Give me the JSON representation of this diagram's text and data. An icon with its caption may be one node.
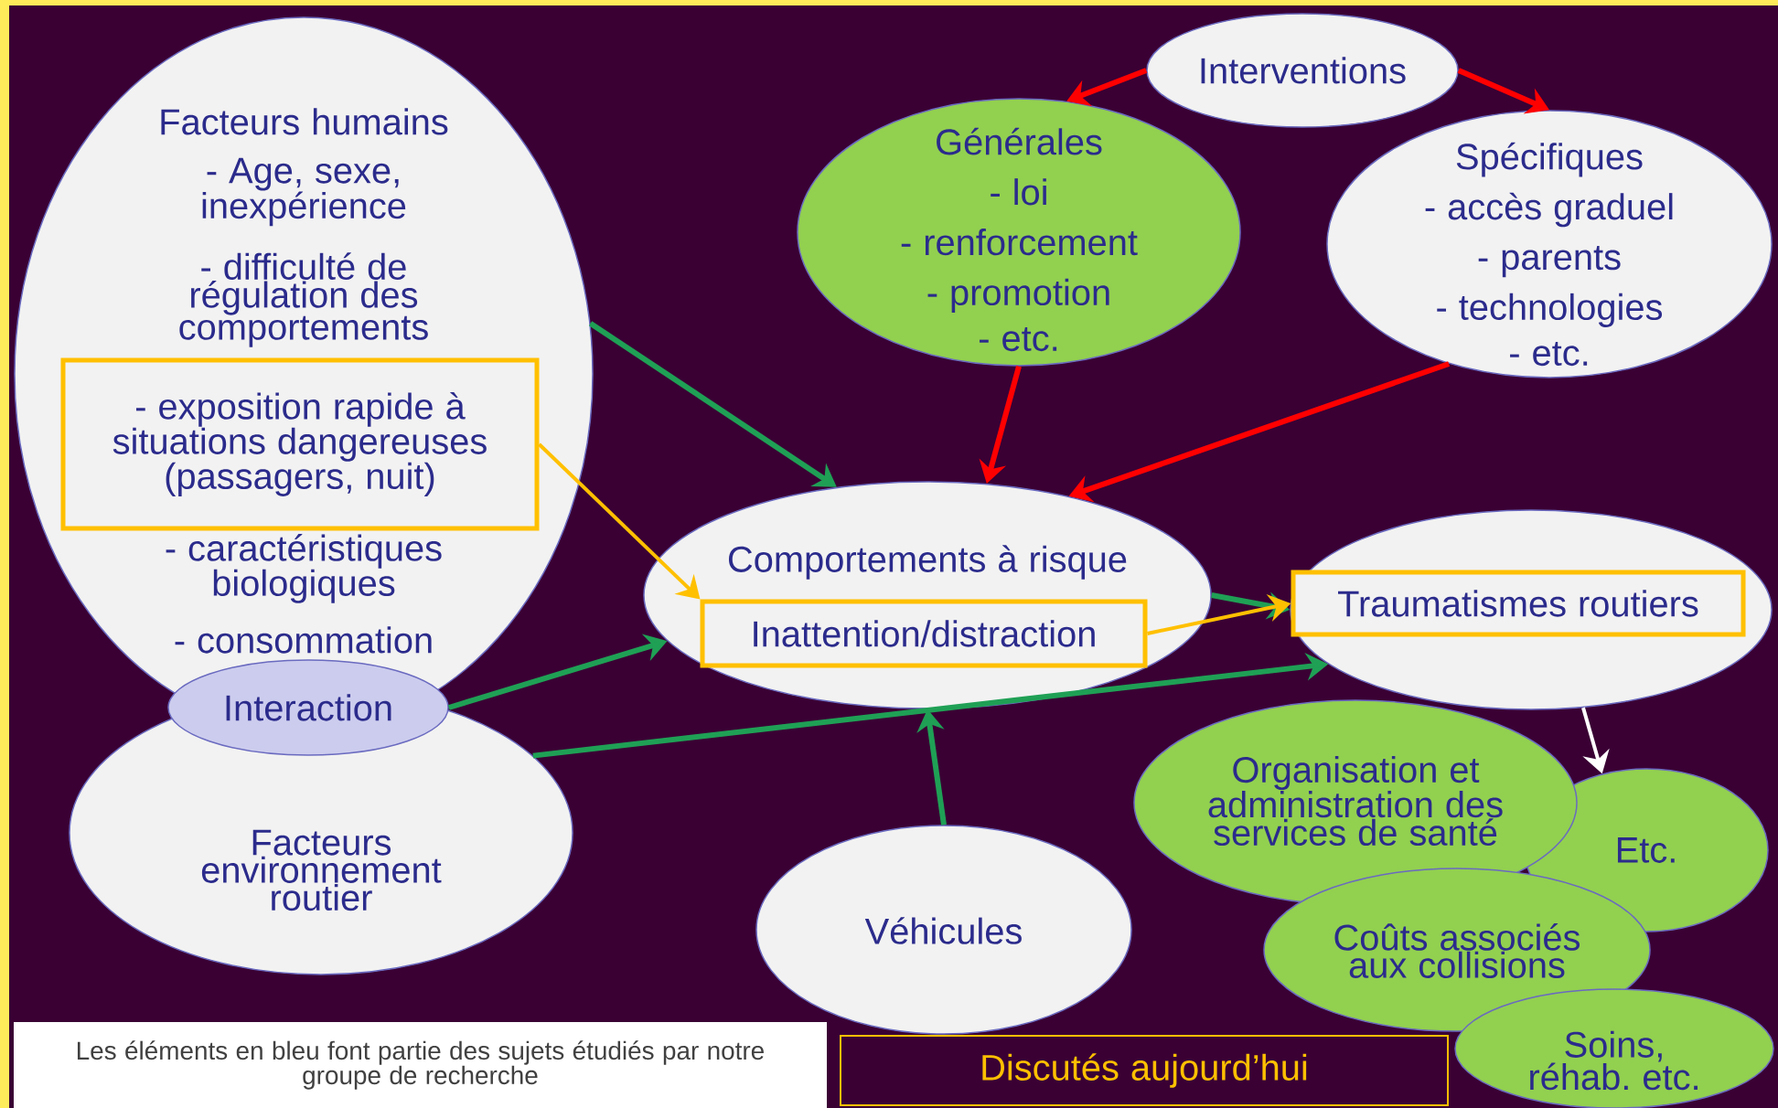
{
  "diagram": {
    "nodes": [
      {
        "text": [
          "Facteurs humains",
          "- Age, sexe, inexpérience",
          "- difficulté de régulation des comportements",
          "- caractéristiques biologiques",
          "- consommation"
        ]
      },
      {
        "text": [
          "- exposition rapide à situations dangereuses (passagers, nuit)"
        ],
        "in": 0
      },
      {
        "text": [
          "Interaction"
        ]
      },
      {
        "text": [
          "Facteurs environnement routier"
        ]
      },
      {
        "text": [
          "Interventions"
        ]
      },
      {
        "text": [
          "Générales",
          "- loi",
          "- renforcement",
          "- promotion",
          "- etc."
        ]
      },
      {
        "text": [
          "Spécifiques",
          "- accès graduel",
          "- parents",
          "- technologies",
          "- etc."
        ]
      },
      {
        "text": [
          "Comportements à risque"
        ]
      },
      {
        "text": [
          "Inattention/distraction"
        ],
        "in": 7
      },
      {
        "text": [],
        "shape": "ellipse"
      },
      {
        "text": [
          "Traumatismes routiers"
        ],
        "in": 9
      },
      {
        "text": [
          "Organisation et administration des services de santé"
        ]
      },
      {
        "text": [
          "Etc."
        ]
      },
      {
        "text": [
          "Coûts associés aux collisions"
        ]
      },
      {
        "text": [
          "Soins, réhab. etc."
        ]
      },
      {
        "text": [
          "Véhicules"
        ]
      }
    ],
    "edges": [
      {
        "from": 4,
        "to": 5,
        "arrow": "to",
        "color": "#ff0000"
      },
      {
        "from": 4,
        "to": 6,
        "arrow": "to",
        "color": "#ff0000"
      },
      {
        "from": 5,
        "to": 7,
        "arrow": "to",
        "color": "#ff0000"
      },
      {
        "from": 6,
        "to": 7,
        "arrow": "to",
        "color": "#ff0000"
      },
      {
        "from": 0,
        "to": 7,
        "arrow": "to"
      },
      {
        "from": 2,
        "to": 7,
        "arrow": "to"
      },
      {
        "from": 3,
        "to": 9,
        "arrow": "to"
      },
      {
        "from": 15,
        "to": 7,
        "arrow": "to"
      },
      {
        "from": 7,
        "to": 9,
        "arrow": "to"
      },
      {
        "from": 1,
        "to": 8,
        "arrow": "to",
        "color": "#ffc000"
      },
      {
        "from": 8,
        "to": 10,
        "arrow": "to",
        "color": "#ffc000"
      },
      {
        "from": 9,
        "to": 12,
        "arrow": "to",
        "color": "#ffffff"
      }
    ],
    "labels": [
      "Les éléments en bleu font partie des sujets étudiés par notre groupe de recherche",
      "Discutés aujourd’hui"
    ]
  }
}
